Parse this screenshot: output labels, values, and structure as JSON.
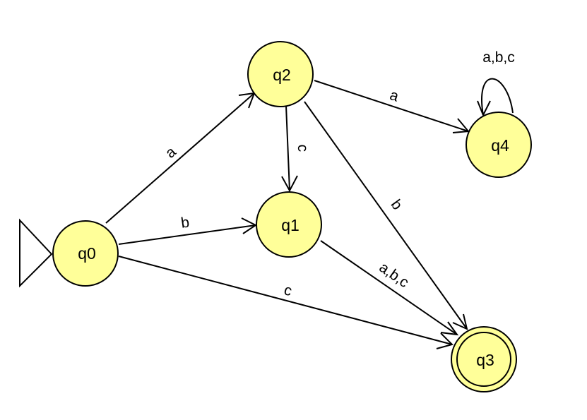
{
  "diagram": {
    "states": {
      "q0": {
        "label": "q0",
        "initial": true,
        "final": false
      },
      "q1": {
        "label": "q1",
        "initial": false,
        "final": false
      },
      "q2": {
        "label": "q2",
        "initial": false,
        "final": false
      },
      "q3": {
        "label": "q3",
        "initial": false,
        "final": true
      },
      "q4": {
        "label": "q4",
        "initial": false,
        "final": false
      }
    },
    "transitions": [
      {
        "from": "q0",
        "to": "q2",
        "label": "a"
      },
      {
        "from": "q0",
        "to": "q1",
        "label": "b"
      },
      {
        "from": "q0",
        "to": "q3",
        "label": "c"
      },
      {
        "from": "q2",
        "to": "q1",
        "label": "c"
      },
      {
        "from": "q2",
        "to": "q4",
        "label": "a"
      },
      {
        "from": "q2",
        "to": "q3",
        "label": "b"
      },
      {
        "from": "q1",
        "to": "q3",
        "label": "a,b,c"
      },
      {
        "from": "q4",
        "to": "q4",
        "label": "a,b,c"
      }
    ],
    "colors": {
      "state_fill": "#ffff99",
      "stroke": "#000000"
    }
  }
}
